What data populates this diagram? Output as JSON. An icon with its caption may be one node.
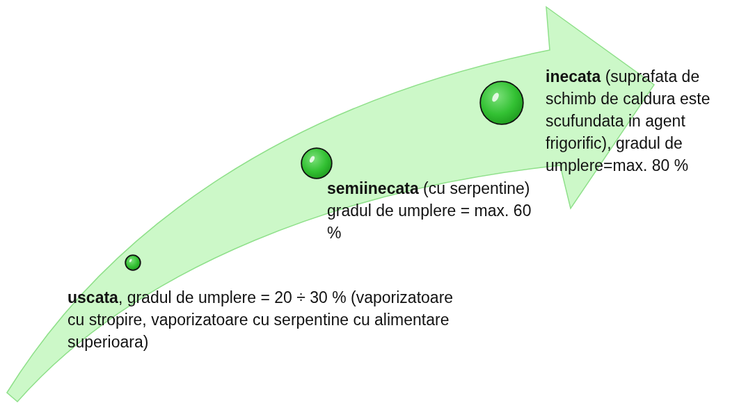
{
  "diagram": {
    "nodes": [
      {
        "text": [],
        "shape": "circle",
        "beside": [
          "**uscata**, gradul de umplere = 20 ÷ 30 % (vaporizatoare cu stropire, vaporizatoare cu serpentine cu alimentare superioara)"
        ]
      },
      {
        "text": [],
        "shape": "circle",
        "beside": [
          "**semiinecata** (cu serpentine) gradul de umplere = max. 60 %"
        ]
      },
      {
        "text": [],
        "shape": "circle",
        "beside": [
          "**inecata** (suprafata de schimb de caldura este scufundata in agent frigorific), gradul de umplere=max. 80 %"
        ]
      }
    ]
  }
}
